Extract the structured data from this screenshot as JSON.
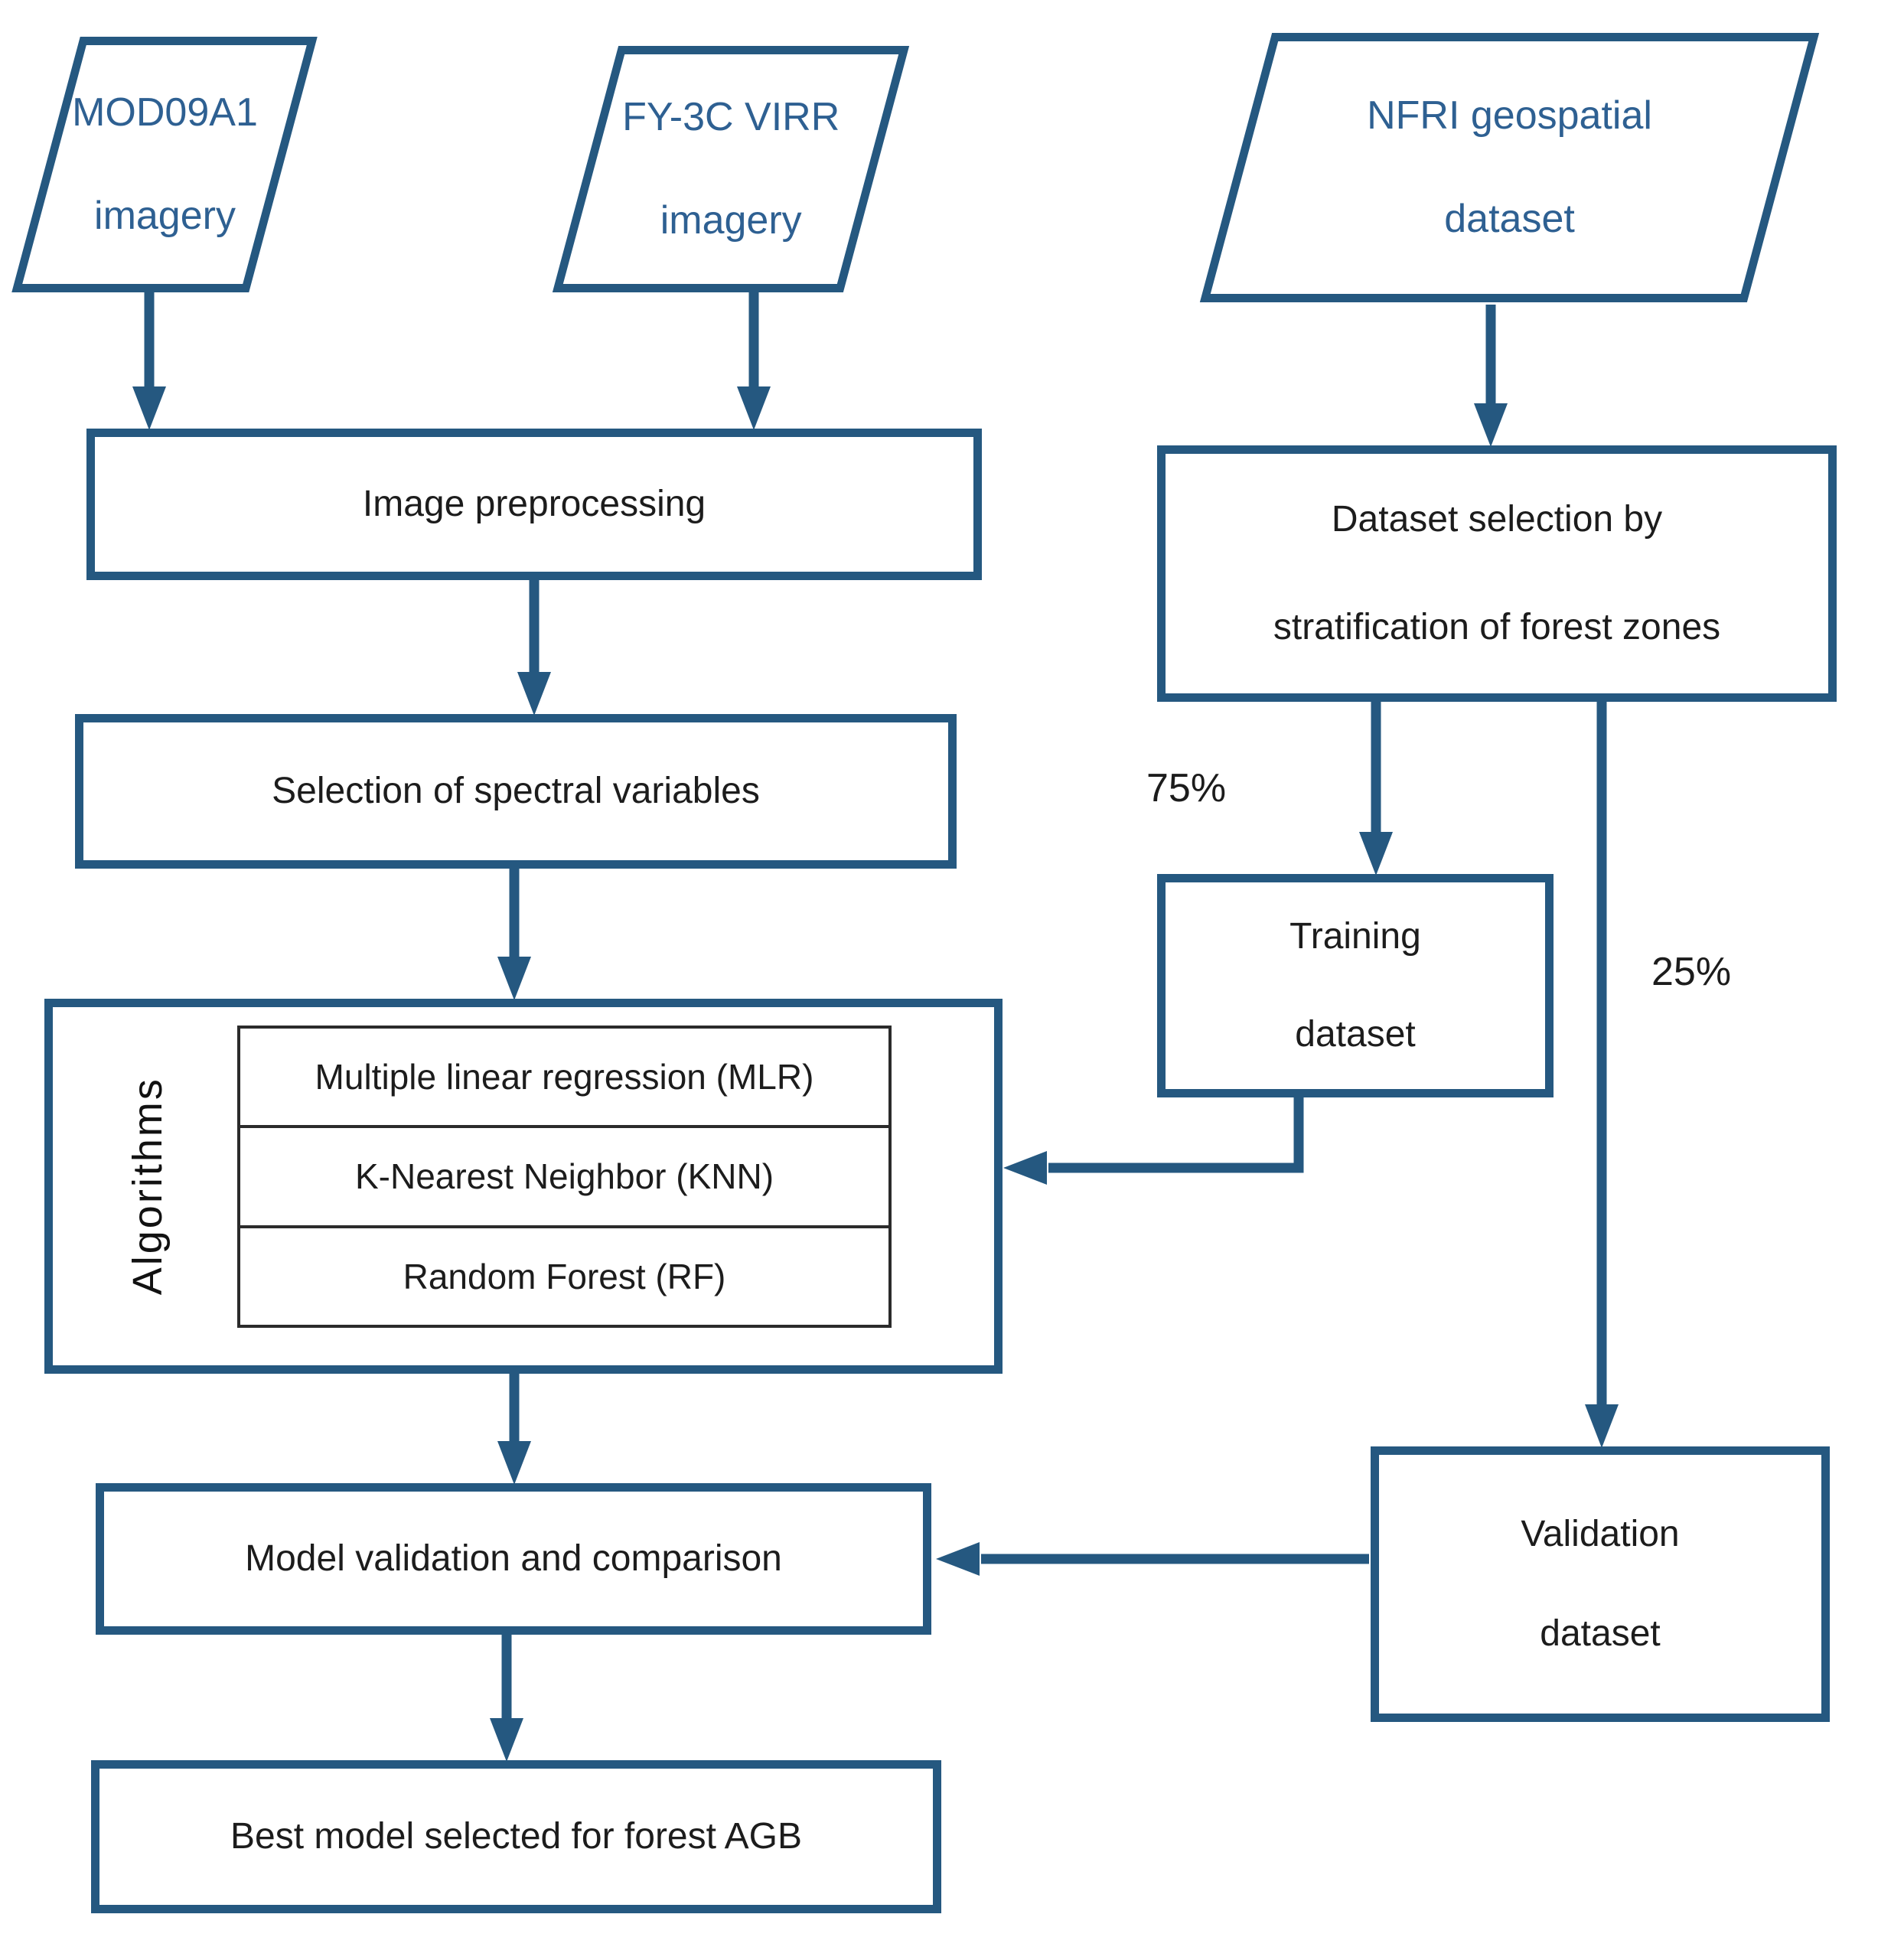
{
  "nodes": {
    "mod09a1": {
      "lines": [
        "MOD09A1",
        "imagery"
      ]
    },
    "fy3c_virr": {
      "lines": [
        "FY-3C VIRR",
        "imagery"
      ]
    },
    "nfri": {
      "lines": [
        "NFRI geospatial",
        "dataset"
      ]
    },
    "image_preprocessing": {
      "label": "Image preprocessing"
    },
    "spectral_selection": {
      "label": "Selection of spectral variables"
    },
    "dataset_selection": {
      "lines": [
        "Dataset selection by",
        "stratification of forest zones"
      ]
    },
    "training_dataset": {
      "lines": [
        "Training",
        "dataset"
      ]
    },
    "validation_dataset": {
      "lines": [
        "Validation",
        "dataset"
      ]
    },
    "model_validation": {
      "label": "Model validation and comparison"
    },
    "best_model": {
      "label": "Best model selected for forest AGB"
    }
  },
  "algorithms_group": {
    "label": "Algorithms",
    "items": [
      "Multiple linear regression (MLR)",
      "K-Nearest Neighbor (KNN)",
      "Random Forest (RF)"
    ]
  },
  "split_labels": {
    "training": "75%",
    "validation": "25%"
  },
  "colors": {
    "line": "#255880",
    "node_text": "#1C1C1C",
    "input_text": "#2E6092",
    "table_border": "#2B2B2B",
    "background": "#FFFFFF"
  }
}
